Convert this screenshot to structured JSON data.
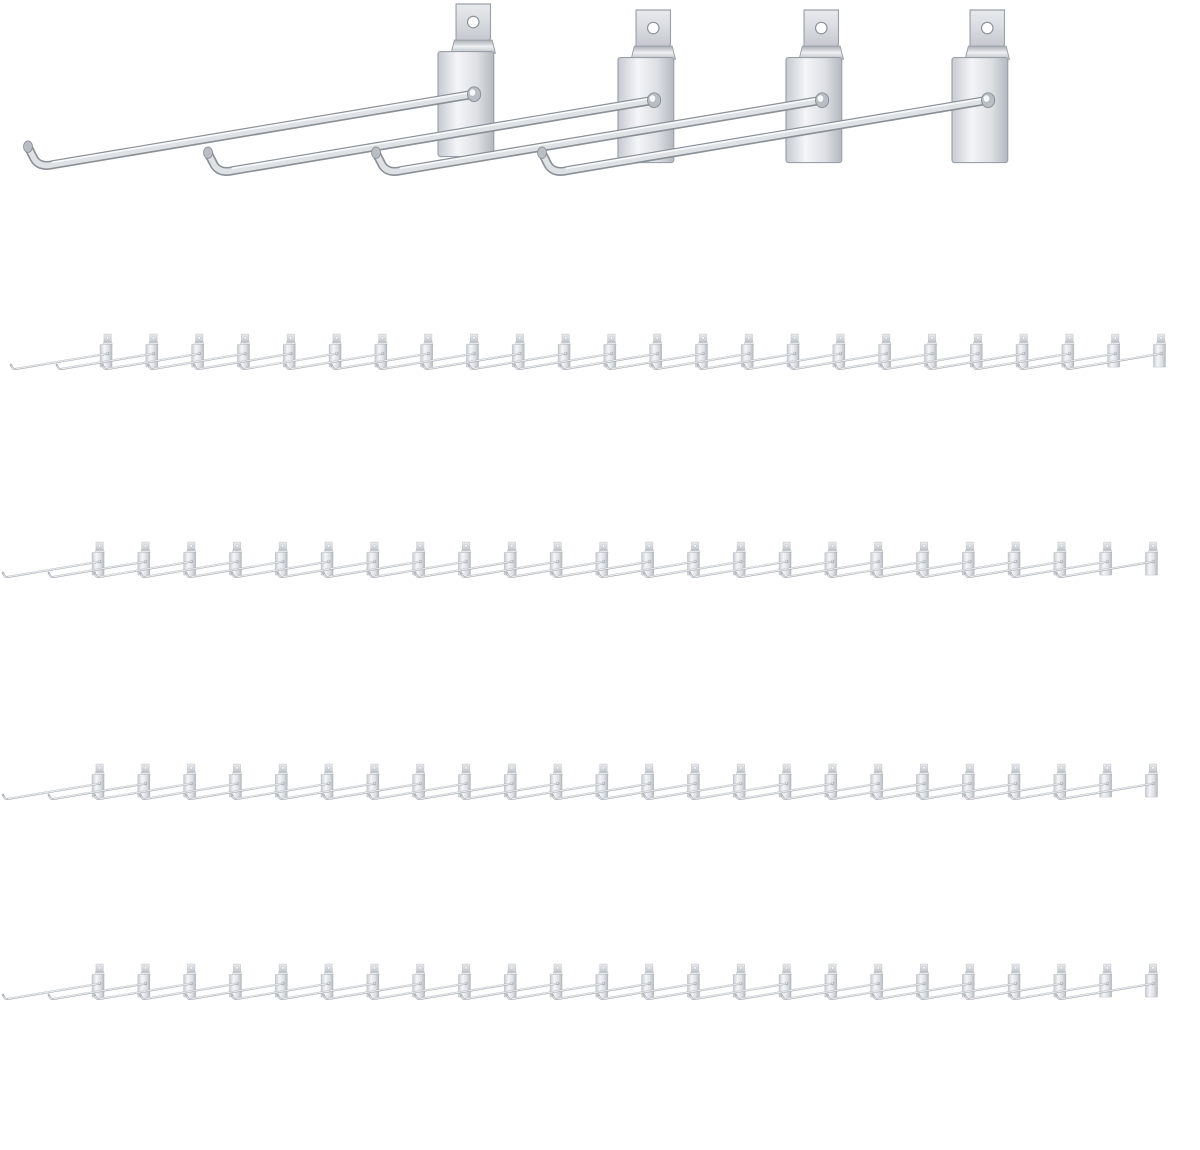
{
  "image": {
    "subject": "slatwall-hooks",
    "background_color": "#ffffff",
    "metal_colors": {
      "highlight": "#f7f8f9",
      "light": "#dfe2e5",
      "mid": "#b9bec4",
      "dark": "#8a9098",
      "outline": "#9aa0a8",
      "hole": "#ffffff"
    },
    "large_hooks_count": 4,
    "small_hook_rows": 4,
    "small_hooks_per_row": 24
  }
}
